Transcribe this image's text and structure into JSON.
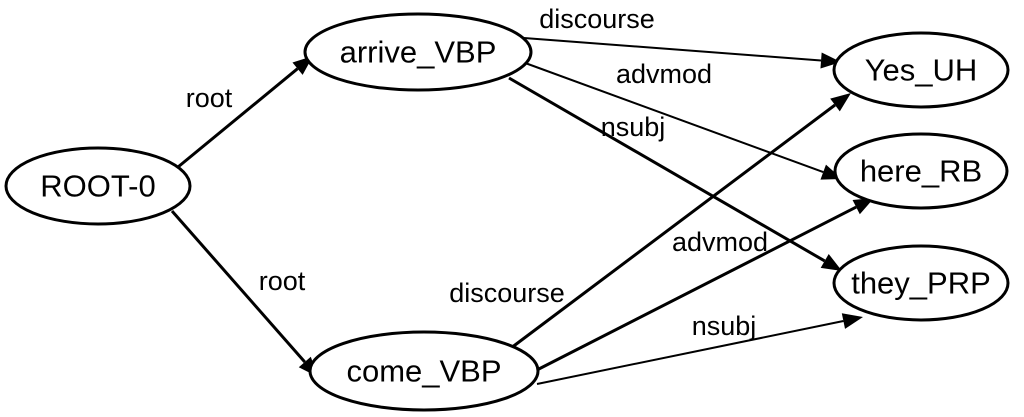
{
  "nodes": {
    "root": "ROOT-0",
    "arrive": "arrive_VBP",
    "come": "come_VBP",
    "yes": "Yes_UH",
    "here": "here_RB",
    "they": "they_PRP"
  },
  "edges": [
    {
      "from": "root",
      "to": "arrive",
      "label": "root"
    },
    {
      "from": "root",
      "to": "come",
      "label": "root"
    },
    {
      "from": "arrive",
      "to": "yes",
      "label": "discourse"
    },
    {
      "from": "arrive",
      "to": "here",
      "label": "advmod"
    },
    {
      "from": "arrive",
      "to": "they",
      "label": "nsubj"
    },
    {
      "from": "come",
      "to": "yes",
      "label": "discourse"
    },
    {
      "from": "come",
      "to": "here",
      "label": "advmod"
    },
    {
      "from": "come",
      "to": "they",
      "label": "nsubj"
    }
  ],
  "colors": {
    "stroke": "#000000",
    "background": "#ffffff"
  }
}
